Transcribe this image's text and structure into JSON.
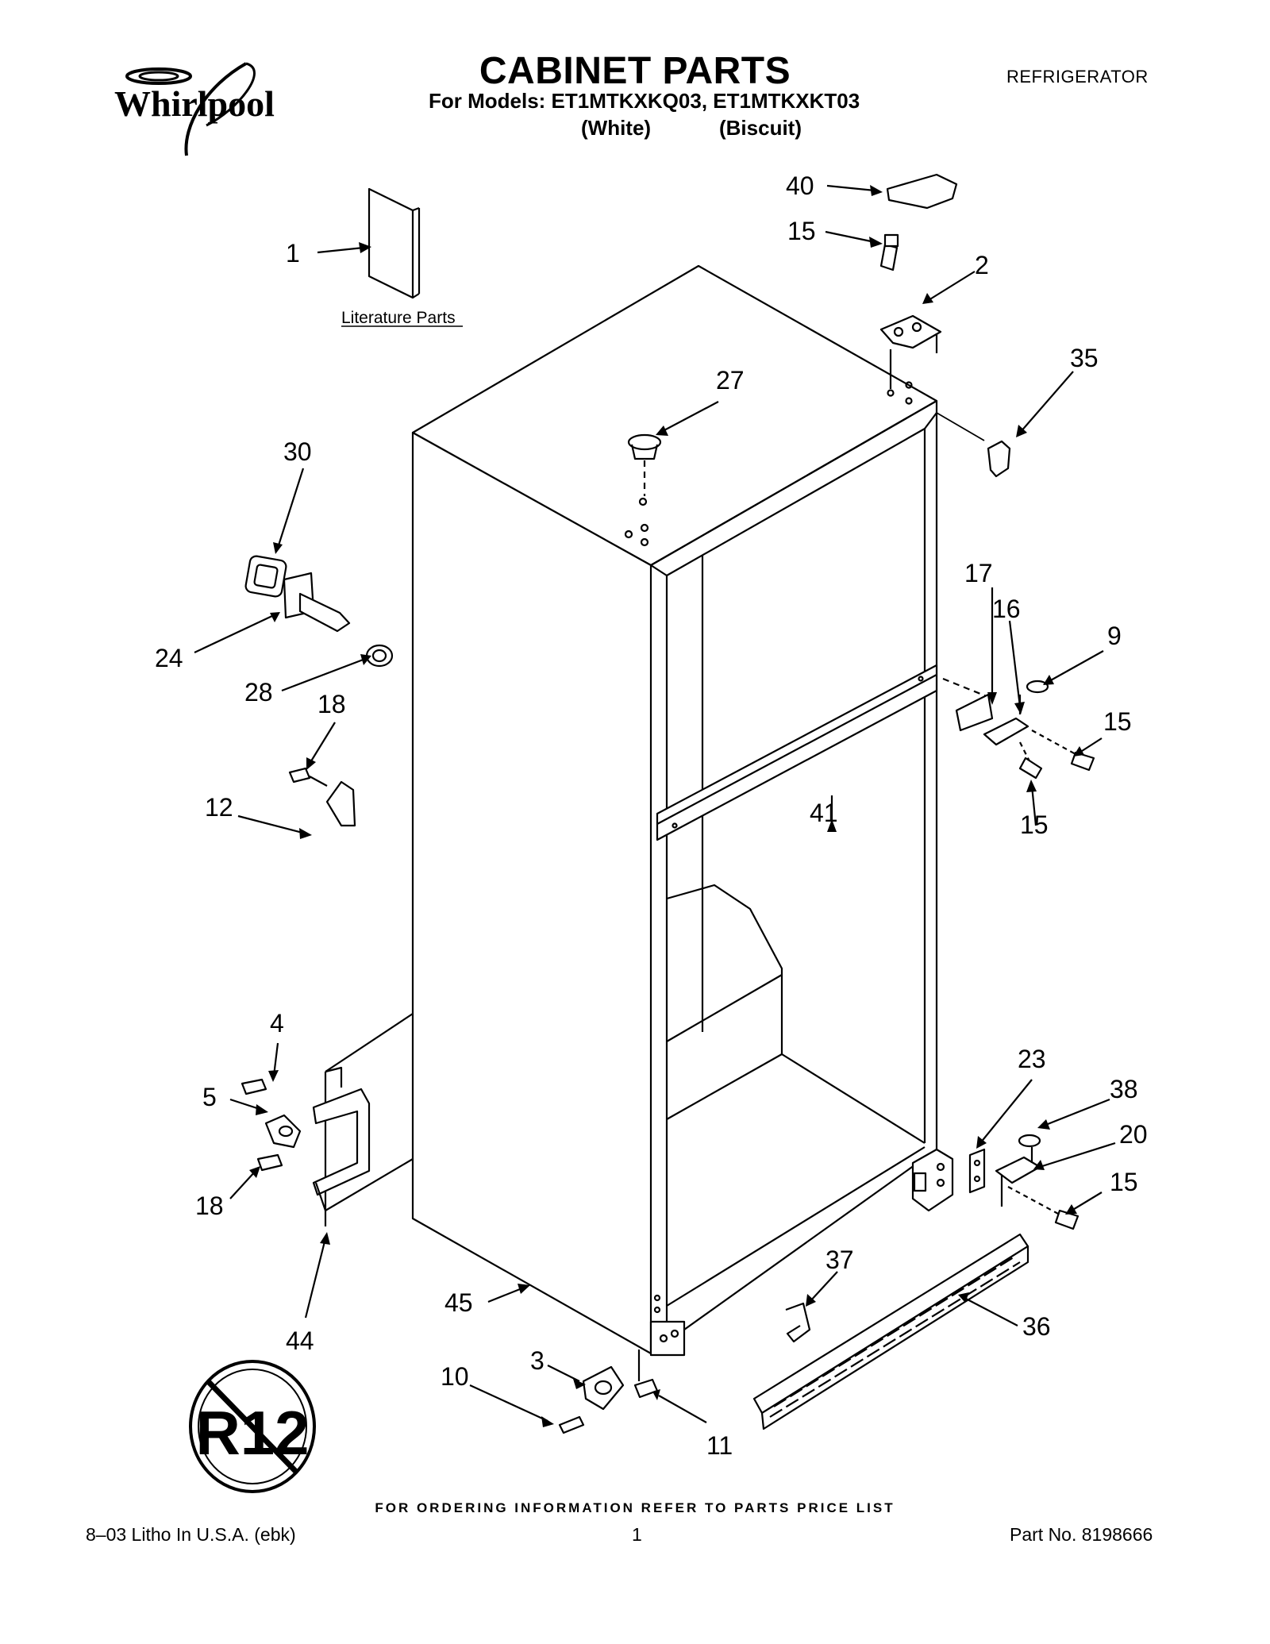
{
  "header": {
    "brand": "Whirlpool",
    "title": "CABINET PARTS",
    "models_line": "For Models: ET1MTKXKQ03, ET1MTKXKT03",
    "variant_white": "(White)",
    "variant_biscuit": "(Biscuit)",
    "appliance": "REFRIGERATOR"
  },
  "diagram": {
    "literature_label": "Literature Parts",
    "seal_text": "R12",
    "callouts": [
      "40",
      "1",
      "15",
      "2",
      "35",
      "27",
      "30",
      "17",
      "16",
      "9",
      "24",
      "28",
      "18",
      "15",
      "41",
      "12",
      "15",
      "4",
      "23",
      "38",
      "5",
      "20",
      "18",
      "15",
      "37",
      "45",
      "36",
      "44",
      "3",
      "10",
      "11"
    ]
  },
  "footer": {
    "ordering_note": "FOR ORDERING INFORMATION REFER TO PARTS PRICE LIST",
    "litho": "8–03 Litho In U.S.A. (ebk)",
    "page_number": "1",
    "part_number": "Part No. 8198666"
  }
}
